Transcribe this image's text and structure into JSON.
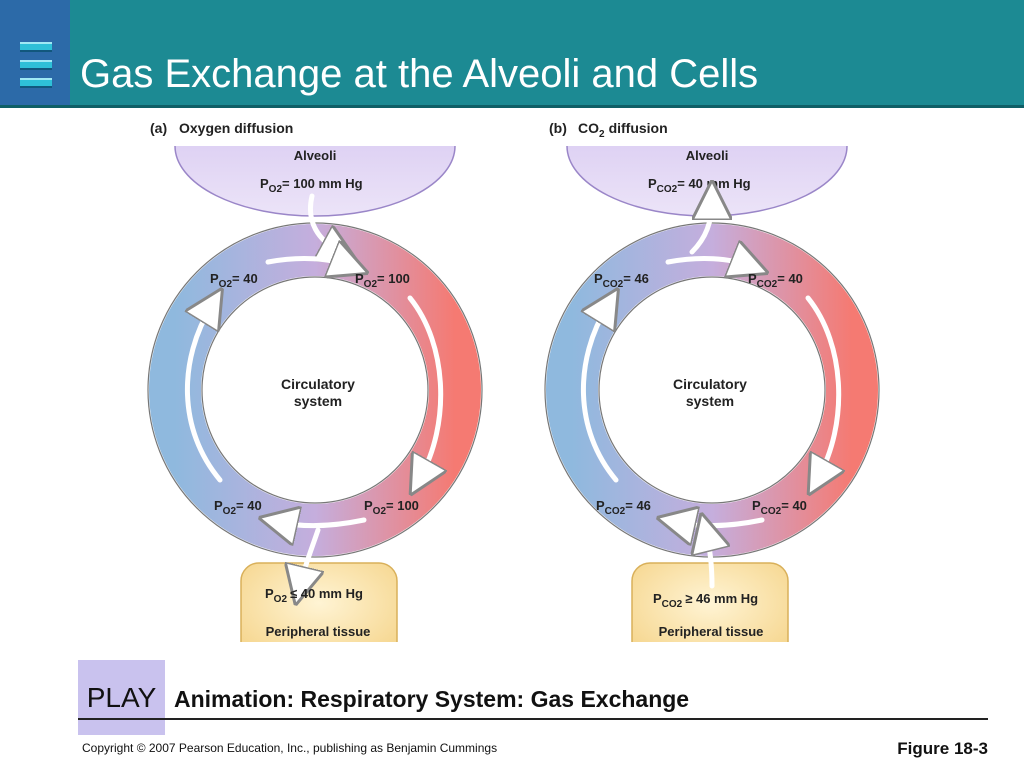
{
  "header": {
    "title": "Gas Exchange at the Alveoli and Cells"
  },
  "panels": [
    {
      "tag": "(a)",
      "caption": "Oxygen diffusion",
      "alveoli_label": "Alveoli",
      "alveoli_value": "= 100 mm Hg",
      "gas": "O2",
      "top_left": "= 40",
      "top_right": "= 100",
      "bottom_left": "= 40",
      "bottom_right": "= 100",
      "center_line1": "Circulatory",
      "center_line2": "system",
      "tissue_value": "≤ 40 mm Hg",
      "tissue_label": "Peripheral tissue"
    },
    {
      "tag": "(b)",
      "caption": "diffusion",
      "alveoli_label": "Alveoli",
      "alveoli_value": "= 40 mm Hg",
      "gas": "CO2",
      "top_left": "= 46",
      "top_right": "= 40",
      "bottom_left": "= 46",
      "bottom_right": "= 40",
      "center_line1": "Circulatory",
      "center_line2": "system",
      "tissue_value": "≥ 46 mm Hg",
      "tissue_label": "Peripheral tissue"
    }
  ],
  "play": {
    "label": "PLAY",
    "title": "Animation: Respiratory System: Gas Exchange"
  },
  "footer": {
    "copyright": "Copyright © 2007 Pearson Education, Inc., publishing as Benjamin Cummings",
    "figure": "Figure 18-3"
  },
  "colors": {
    "header": "#1c8a93",
    "deoxygenated": "#8fb9de",
    "oxygenated": "#f57a72",
    "alveoli": "#d8c9ef",
    "tissue": "#fbe6b4"
  }
}
